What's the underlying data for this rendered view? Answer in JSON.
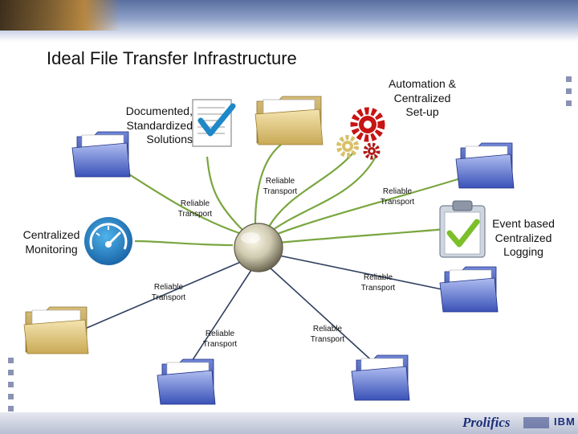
{
  "slide": {
    "title": "Ideal File Transfer Infrastructure"
  },
  "nodes": {
    "documented": "Documented, Standardized Solutions",
    "automation": "Automation & Centralized Set-up",
    "monitoring": "Centralized Monitoring",
    "logging": "Event based Centralized Logging"
  },
  "transport_labels": [
    "Reliable Transport",
    "Reliable Transport",
    "Reliable Transport",
    "Reliable Transport",
    "Reliable Transport",
    "Reliable Transport"
  ],
  "footer": {
    "company_logo": "Prolifics",
    "partner_logo": "IBM"
  },
  "colors": {
    "line_green": "#7aa640",
    "line_blue": "#2f3f5e",
    "folder_blue": "#4a63c8",
    "folder_yellow": "#d9c07a",
    "gear_red": "#c81414",
    "gear_yellow": "#d8c06a",
    "gauge_blue": "#2a86c8",
    "check_green": "#7cbf2a",
    "hub": "#cfcab0"
  },
  "icons": [
    "document-check-icon",
    "yellow-folder-icon",
    "gears-icon",
    "blue-folder-icon",
    "gauge-icon",
    "clipboard-check-icon",
    "hub-icon"
  ]
}
